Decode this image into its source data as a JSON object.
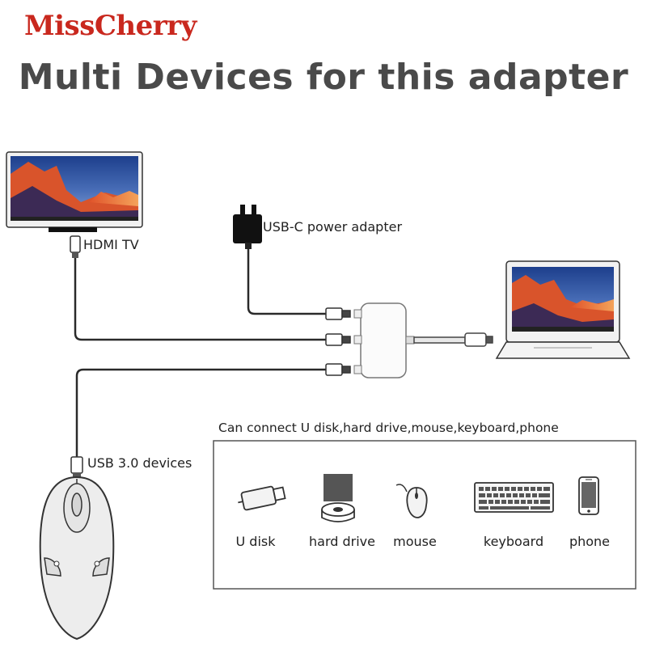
{
  "brand": {
    "name": "MissCherry",
    "color": "#c9281e"
  },
  "headline": "Multi Devices for this adapter",
  "devices": {
    "hdmi_tv": "HDMI TV",
    "power_adapter": "USB-C power adapter",
    "usb_devices": "USB 3.0 devices"
  },
  "connect_box": {
    "caption": "Can connect U disk,hard drive,mouse,keyboard,phone",
    "items": [
      {
        "label": "U disk",
        "icon": "usb-drive-icon"
      },
      {
        "label": "hard drive",
        "icon": "hard-drive-icon"
      },
      {
        "label": "mouse",
        "icon": "mouse-icon"
      },
      {
        "label": "keyboard",
        "icon": "keyboard-icon"
      },
      {
        "label": "phone",
        "icon": "phone-icon"
      }
    ]
  }
}
